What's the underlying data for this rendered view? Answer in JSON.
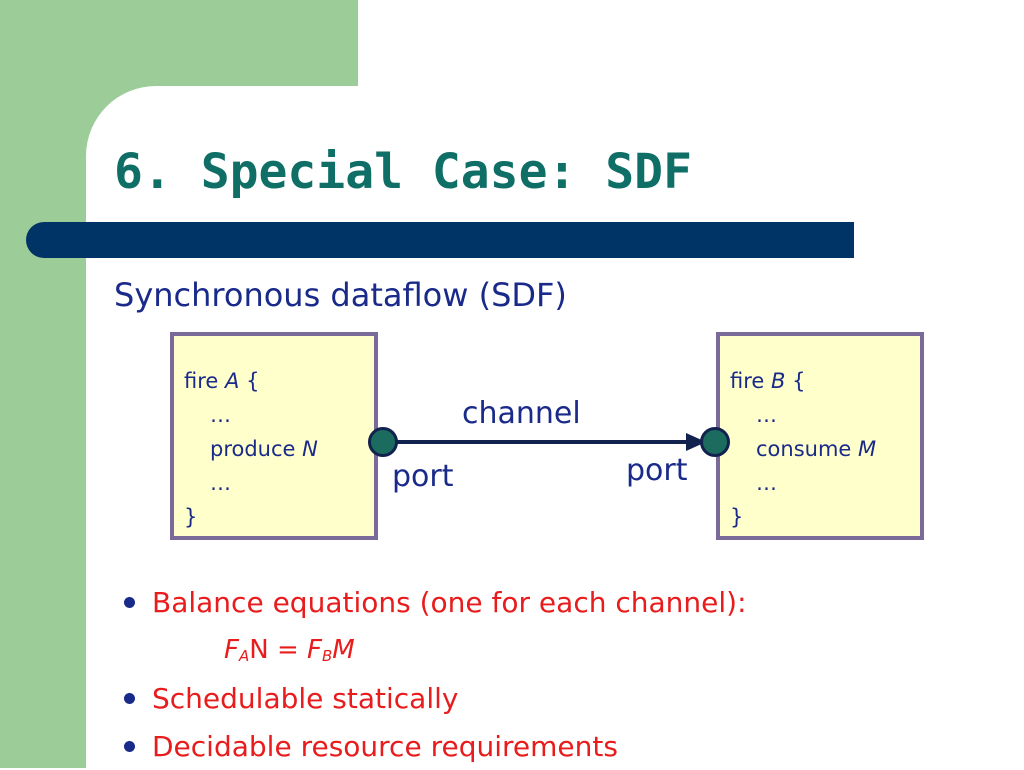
{
  "slide": {
    "title": "6. Special Case: SDF",
    "subtitle": "Synchronous dataflow (SDF)"
  },
  "diagram": {
    "actor_a": {
      "fire_keyword": "fire",
      "actor_name": "A",
      "open_brace": "{",
      "ellipsis_top": "…",
      "action": "produce",
      "rate": "N",
      "ellipsis_bottom": "…",
      "close_brace": "}"
    },
    "actor_b": {
      "fire_keyword": "fire",
      "actor_name": "B",
      "open_brace": "{",
      "ellipsis_top": "…",
      "action": "consume",
      "rate": "M",
      "ellipsis_bottom": "…",
      "close_brace": "}"
    },
    "channel_label": "channel",
    "port_label_a": "port",
    "port_label_b": "port"
  },
  "bullets": [
    "Balance equations (one for each channel):",
    "Schedulable statically",
    "Decidable resource requirements"
  ],
  "equation": {
    "f1": "F",
    "sub1": "A",
    "n": "N",
    "eq": "=",
    "f2": "F",
    "sub2": "B",
    "m": "M"
  },
  "colors": {
    "green_panel": "#9ccc98",
    "title_text": "#0f6e66",
    "title_bar": "#003366",
    "body_text": "#1a2a8a",
    "bullet_text": "#e81c1c",
    "box_fill": "#ffffcc",
    "box_border": "#7a6a9a",
    "port_fill": "#1b6b5e"
  }
}
